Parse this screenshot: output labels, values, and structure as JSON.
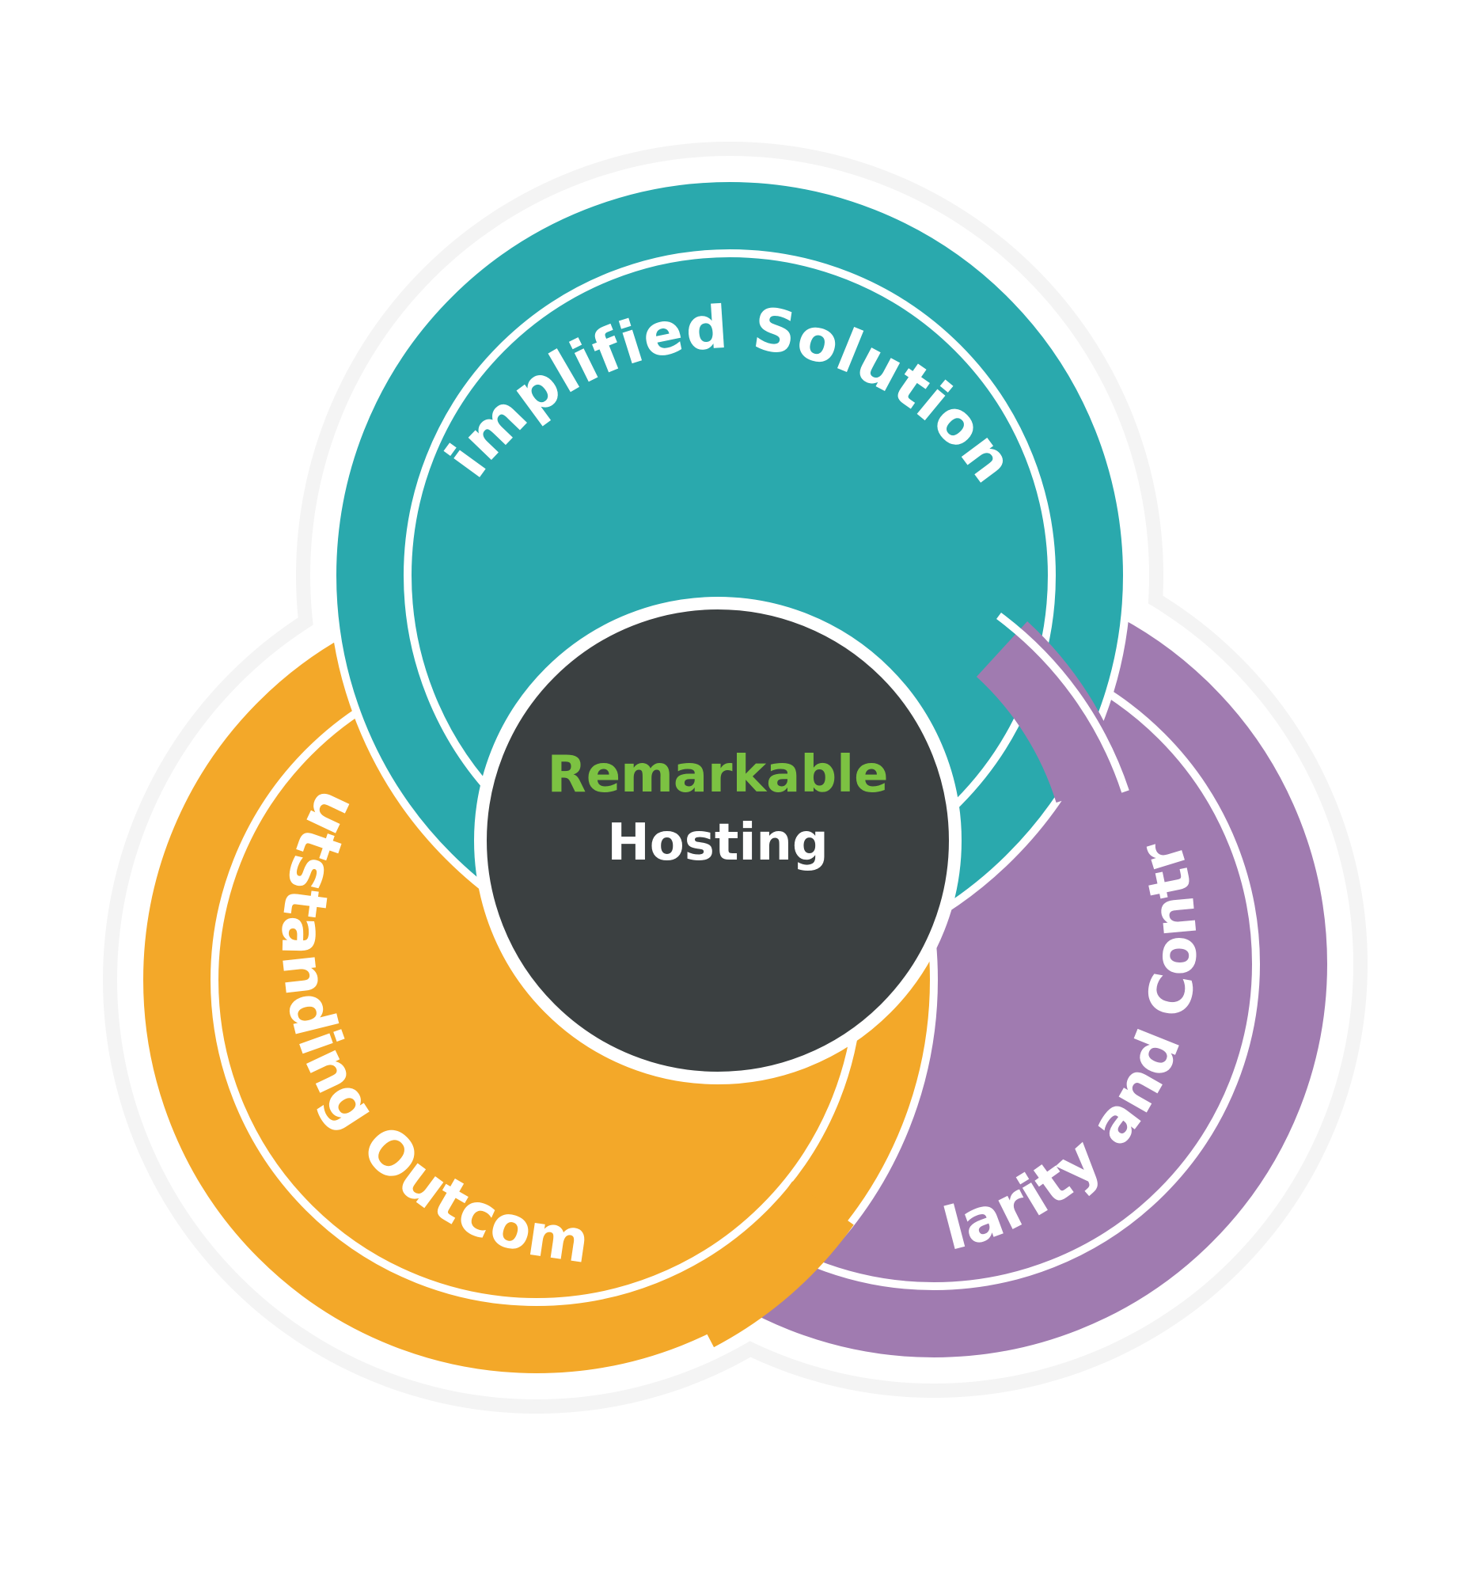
{
  "diagram": {
    "circles": [
      {
        "id": "top",
        "label": "Simplified Solutions",
        "color": "#2aa9ad"
      },
      {
        "id": "left",
        "label": "Outstanding Outcomes",
        "color": "#f3a829"
      },
      {
        "id": "right",
        "label": "Clarity and Control",
        "color": "#a07bb0"
      }
    ],
    "center": {
      "line1": "Remarkable",
      "line1_color": "#7cc242",
      "line2": "Hosting",
      "line2_color": "#ffffff",
      "fill": "#3b4041"
    }
  }
}
